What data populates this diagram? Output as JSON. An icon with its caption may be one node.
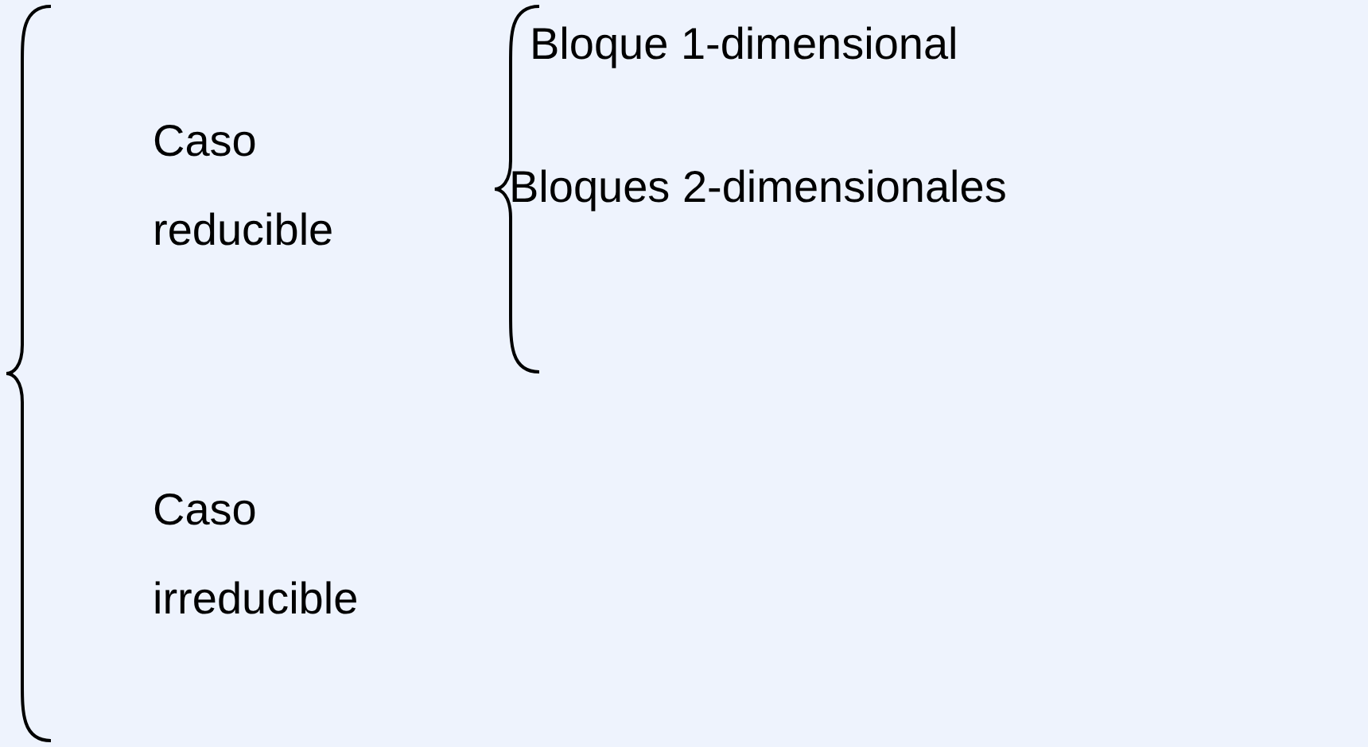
{
  "diagram": {
    "labels": [
      "Caso reducible",
      "Bloque 1-dimensional",
      "Bloques 2-dimensionales",
      "Caso irreducible"
    ]
  }
}
